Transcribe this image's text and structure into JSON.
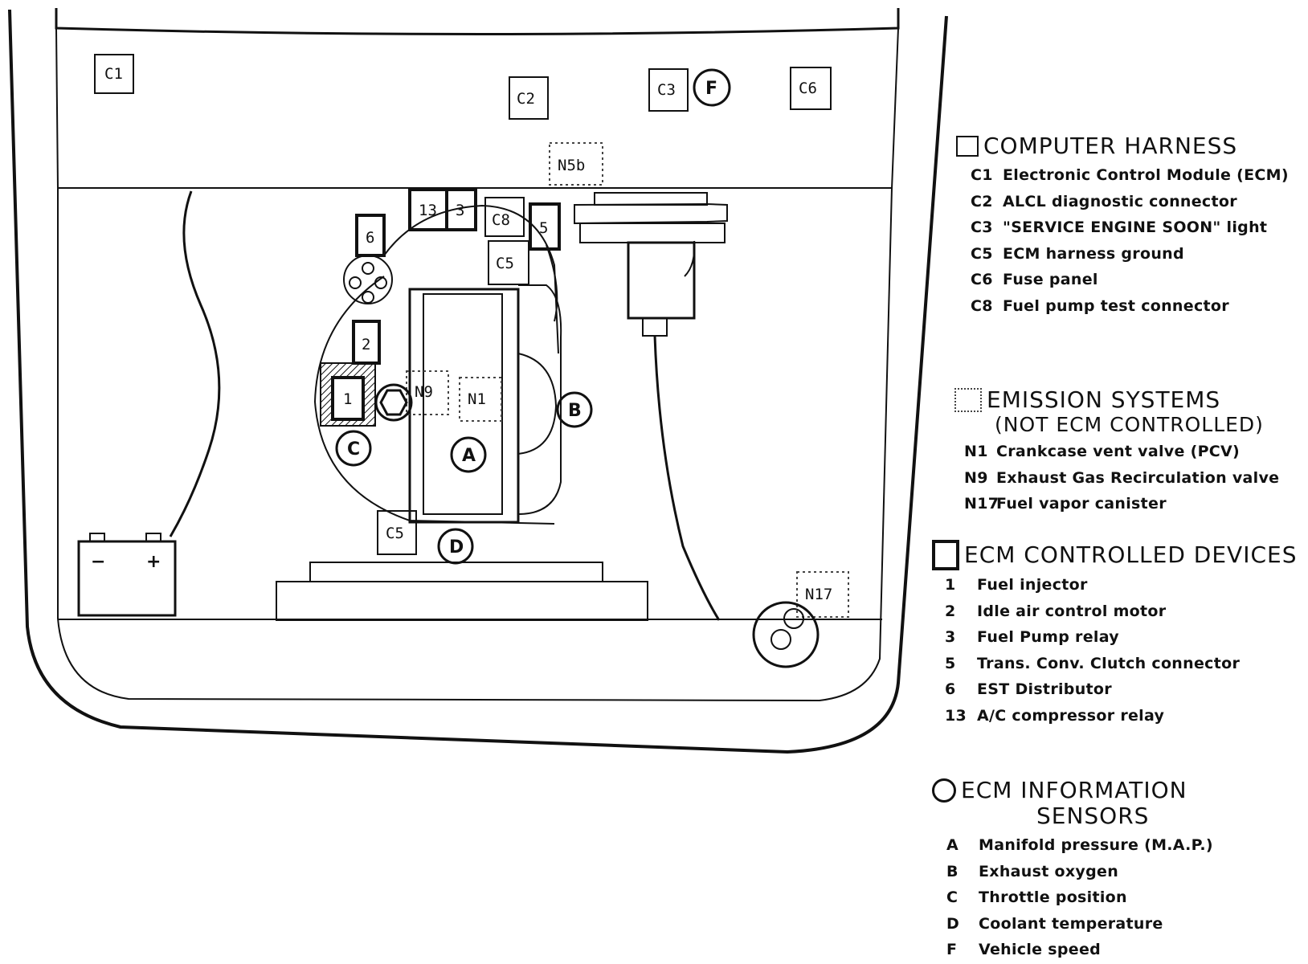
{
  "diagram_labels": {
    "c1": "C1",
    "c2": "C2",
    "c3": "C3",
    "c6": "C6",
    "f": "F",
    "n5b": "N5b",
    "r13": "13",
    "r3": "3",
    "c8": "C8",
    "r5": "5",
    "c5_top": "C5",
    "r6": "6",
    "r2": "2",
    "r1": "1",
    "n9": "N9",
    "n1": "N1",
    "a": "A",
    "b": "B",
    "c": "C",
    "d": "D",
    "c5_bottom": "C5",
    "n17": "N17",
    "battery_minus": "−",
    "battery_plus": "+"
  },
  "legend": {
    "computer_harness": {
      "heading": "COMPUTER HARNESS",
      "items": [
        {
          "code": "C1",
          "label": "Electronic Control Module (ECM)"
        },
        {
          "code": "C2",
          "label": "ALCL diagnostic connector"
        },
        {
          "code": "C3",
          "label": "\"SERVICE ENGINE SOON\" light"
        },
        {
          "code": "C5",
          "label": "ECM harness ground"
        },
        {
          "code": "C6",
          "label": "Fuse panel"
        },
        {
          "code": "C8",
          "label": "Fuel pump test connector"
        }
      ]
    },
    "emission_systems": {
      "heading": "EMISSION SYSTEMS",
      "subheading": "(NOT ECM CONTROLLED)",
      "items": [
        {
          "code": "N1",
          "label": "Crankcase vent valve (PCV)"
        },
        {
          "code": "N9",
          "label": "Exhaust Gas Recirculation valve"
        },
        {
          "code": "N17",
          "label": "Fuel vapor canister"
        }
      ]
    },
    "ecm_controlled_devices": {
      "heading": "ECM CONTROLLED DEVICES",
      "items": [
        {
          "code": "1",
          "label": "Fuel injector"
        },
        {
          "code": "2",
          "label": "Idle air control motor"
        },
        {
          "code": "3",
          "label": "Fuel Pump relay"
        },
        {
          "code": "5",
          "label": "Trans. Conv. Clutch connector"
        },
        {
          "code": "6",
          "label": "EST Distributor"
        },
        {
          "code": "13",
          "label": "A/C compressor relay"
        }
      ]
    },
    "ecm_information_sensors": {
      "heading_line1": "ECM INFORMATION",
      "heading_line2": "SENSORS",
      "items": [
        {
          "code": "A",
          "label": "Manifold pressure (M.A.P.)"
        },
        {
          "code": "B",
          "label": "Exhaust oxygen"
        },
        {
          "code": "C",
          "label": "Throttle position"
        },
        {
          "code": "D",
          "label": "Coolant temperature"
        },
        {
          "code": "F",
          "label": "Vehicle speed"
        }
      ]
    }
  }
}
